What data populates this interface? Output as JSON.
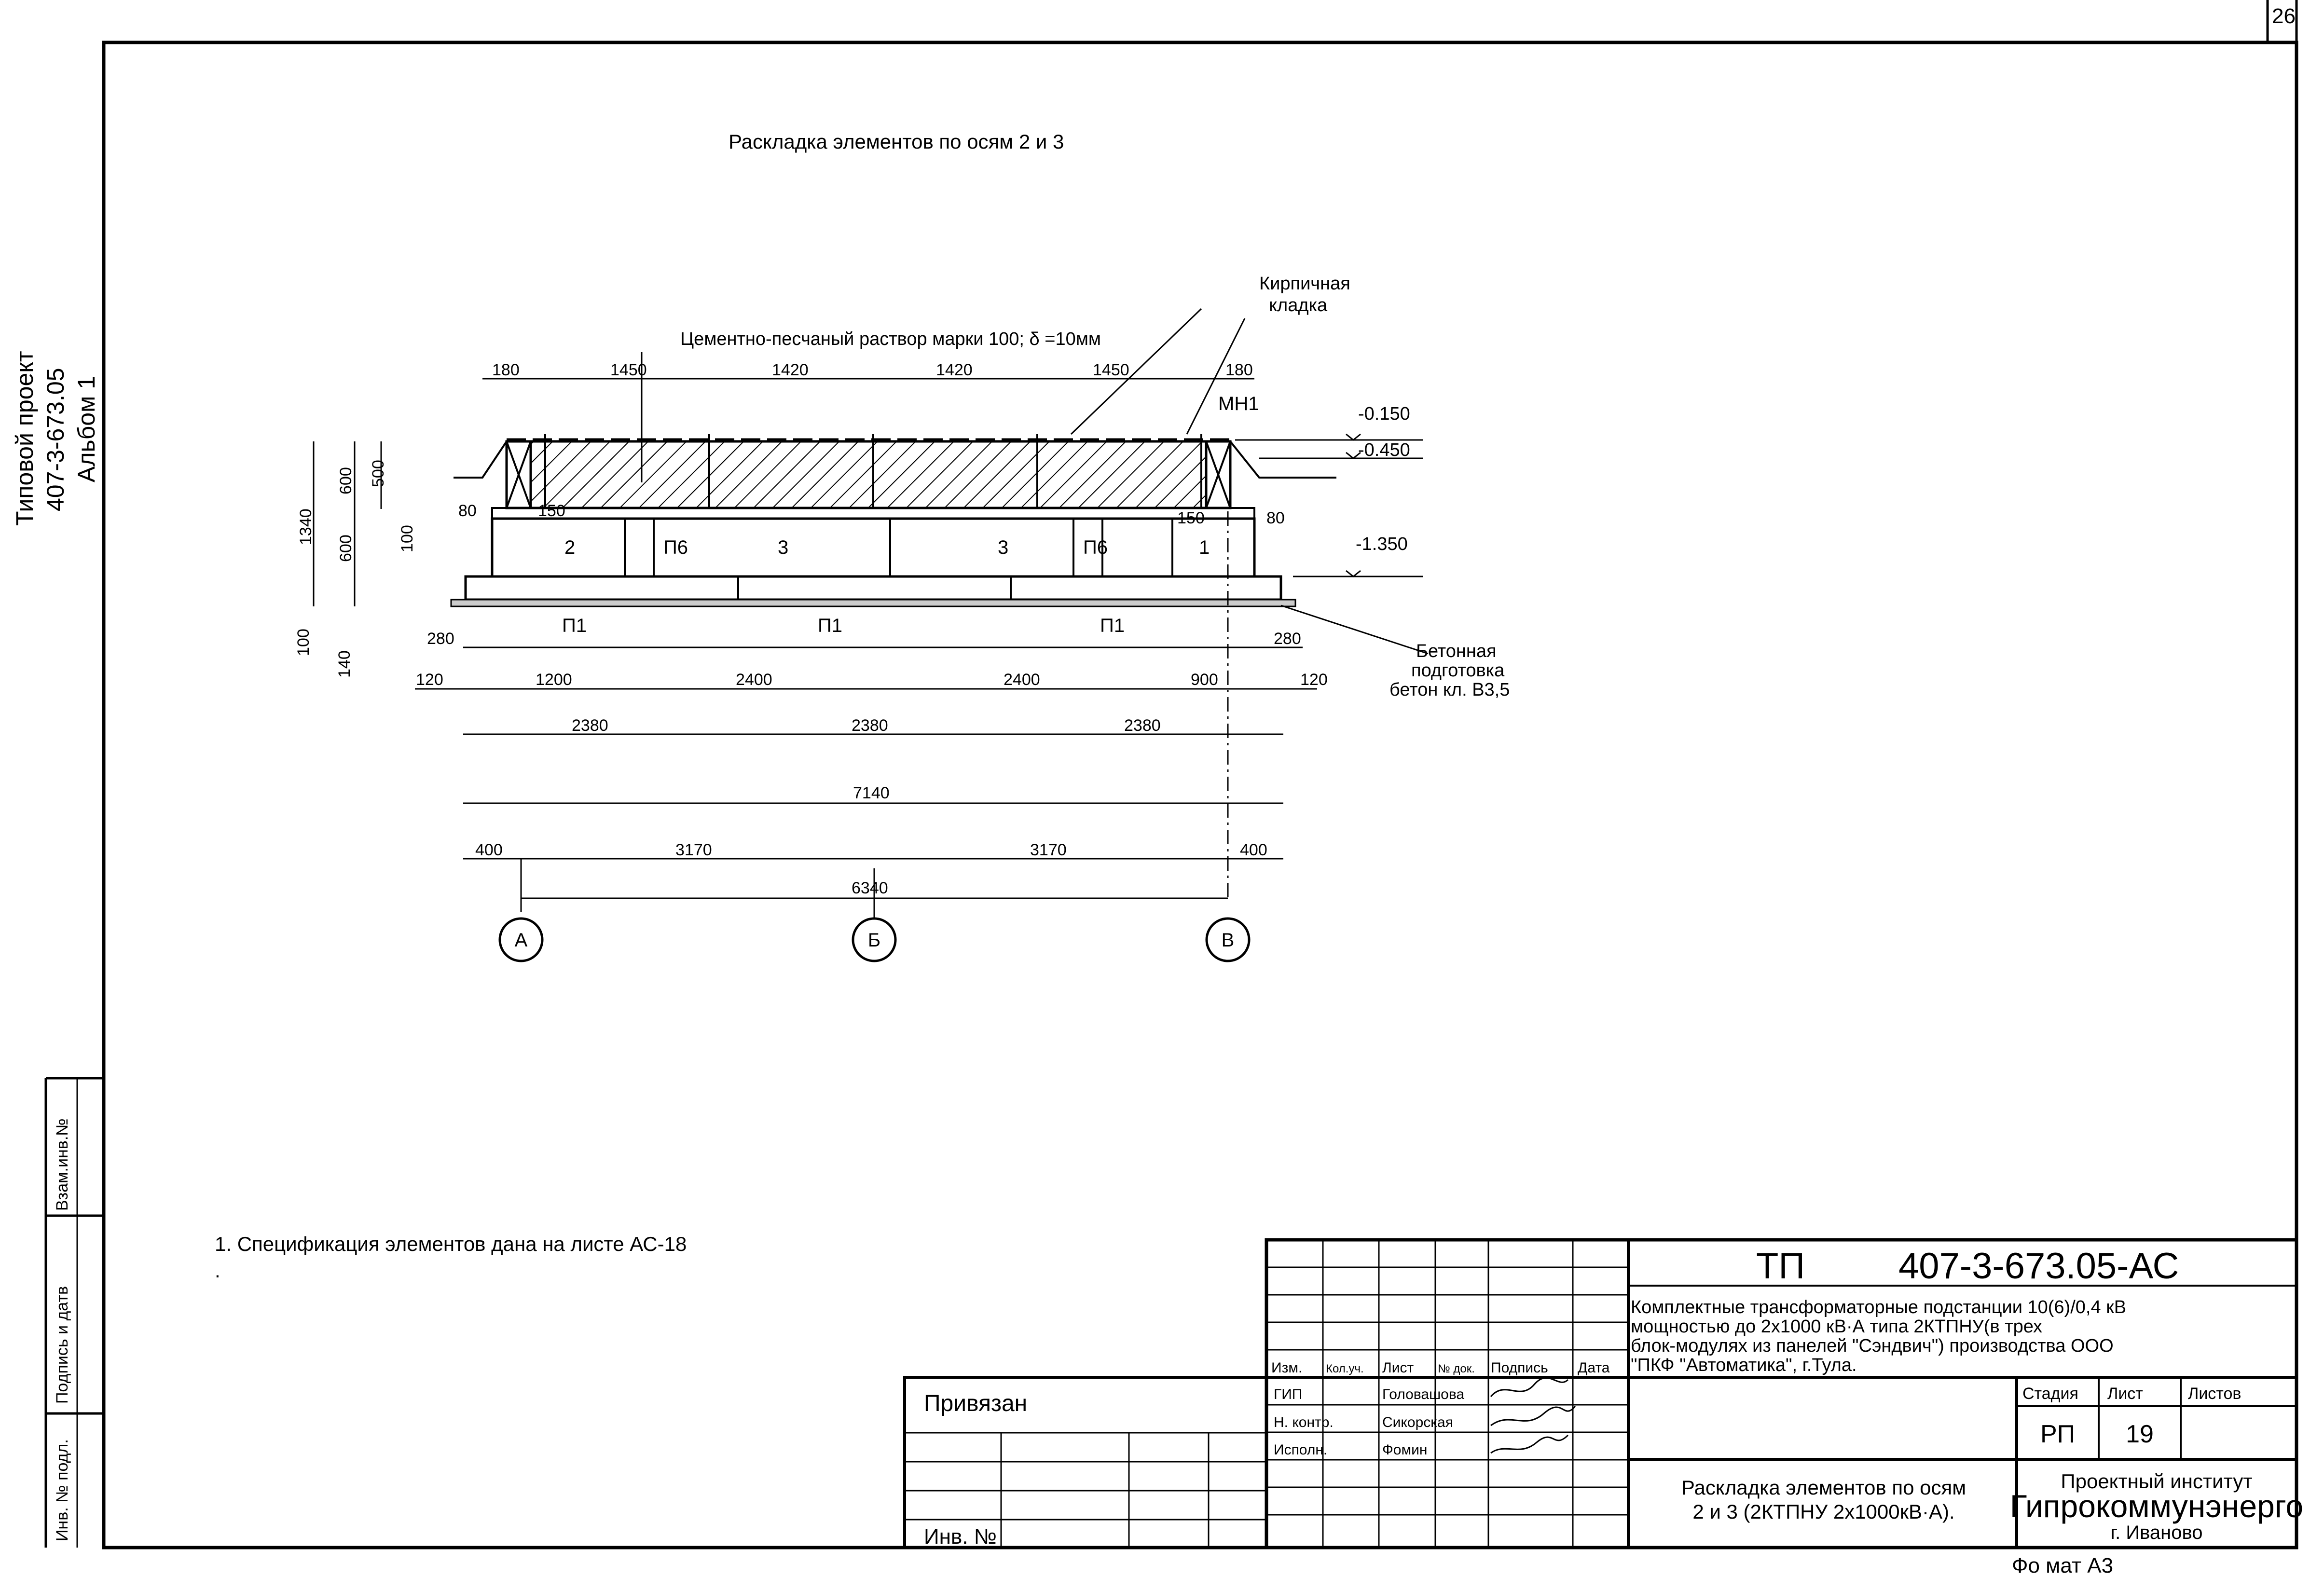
{
  "sheet_number": "26",
  "left_margin": {
    "project_line1": "Типовой проект",
    "project_line2": "407-3-673.05",
    "project_line3": "Альбом 1",
    "stamp_labels": [
      "Взам.инв.№",
      "Подпись и датв",
      "Инв. № подл."
    ]
  },
  "drawing": {
    "title": "Раскладка элементов по осям 2 и 3",
    "callouts": {
      "brick": [
        "Кирпичная",
        "кладка"
      ],
      "mortar": "Цементно-песчаный раствор марки 100; δ =10мм",
      "concrete": [
        "Бетонная",
        "подготовка",
        "бетон кл. В3,5"
      ],
      "mn1": "МН1"
    },
    "levels": [
      "-0.150",
      "-0.450",
      "-1.350"
    ],
    "top_dims": [
      "180",
      "1450",
      "1420",
      "1420",
      "1450",
      "180"
    ],
    "left_dims": [
      "1340",
      "600",
      "600",
      "500",
      "100",
      "100",
      "140"
    ],
    "side_dims": [
      "80",
      "150",
      "150",
      "80"
    ],
    "blocks": [
      "2",
      "П6",
      "3",
      "3",
      "П6",
      "1"
    ],
    "slabs": [
      "П1",
      "П1",
      "П1"
    ],
    "dims_row1": [
      "280",
      "280"
    ],
    "dims_row2": [
      "120",
      "1200",
      "2400",
      "2400",
      "900",
      "120"
    ],
    "dims_row3": [
      "2380",
      "2380",
      "2380"
    ],
    "dims_row4": [
      "7140"
    ],
    "dims_row5": [
      "400",
      "3170",
      "3170",
      "400"
    ],
    "dims_row6": [
      "6340"
    ],
    "axes": [
      "А",
      "Б",
      "В"
    ]
  },
  "note": "1. Спецификация элементов дана на листе АС-18",
  "note_dot": ".",
  "title_block": {
    "privyazan": "Привязан",
    "inv": "Инв. №",
    "headers": [
      "Изм.",
      "Кол.уч.",
      "Лист",
      "№ док.",
      "Подпись",
      "Дата"
    ],
    "roles": [
      "ГИП",
      "Н. контр.",
      "Исполн."
    ],
    "names": [
      "Головашова",
      "Сикорская",
      "Фомин"
    ],
    "code_prefix": "ТП",
    "code": "407-3-673.05-АС",
    "description": [
      "Комплектные трансформаторные подстанции 10(6)/0,4 кВ",
      "мощностью до 2х1000 кВ·А типа 2КТПНУ(в трех",
      "блок-модулях из панелей \"Сэндвич\") производства ООО",
      "\"ПКФ \"Автоматика\", г.Тула."
    ],
    "stage_label": "Стадия",
    "sheet_label": "Лист",
    "sheets_label": "Листов",
    "stage": "РП",
    "sheet": "19",
    "sheet_title": [
      "Раскладка элементов по осям",
      "2 и 3 (2КТПНУ 2х1000кВ·А)."
    ],
    "org": [
      "Проектный институт",
      "Гипрокоммунэнерго",
      "г. Иваново"
    ]
  },
  "format": "Фо мат А3"
}
